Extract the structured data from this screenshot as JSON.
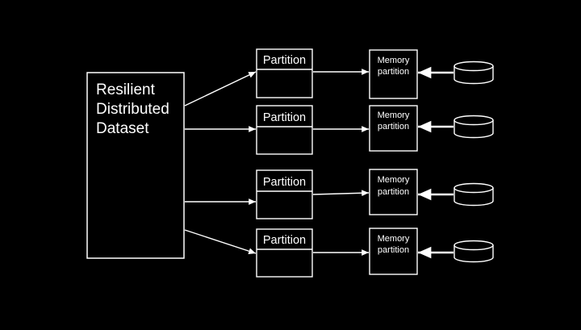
{
  "diagram": {
    "colors": {
      "background": "#000000",
      "line": "#ffffff",
      "text": "#ffffff"
    },
    "rdd": {
      "lines": [
        "Resilient",
        "Distributed",
        "Dataset"
      ]
    },
    "partitions": [
      {
        "label": "Partition",
        "memory_lines": [
          "Memory",
          "partition"
        ]
      },
      {
        "label": "Partition",
        "memory_lines": [
          "Memory",
          "partition"
        ]
      },
      {
        "label": "Partition",
        "memory_lines": [
          "Memory",
          "partition"
        ]
      },
      {
        "label": "Partition",
        "memory_lines": [
          "Memory",
          "partition"
        ]
      }
    ],
    "storage_icon": "disk-cylinder-icon"
  }
}
